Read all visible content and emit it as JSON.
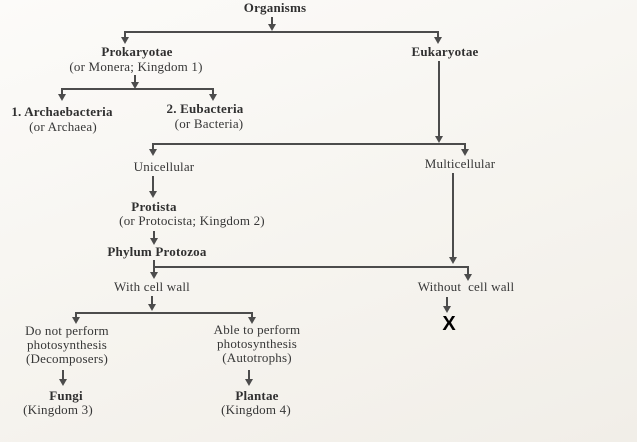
{
  "colors": {
    "background": "#f6f4ef",
    "ink": "#373737",
    "line": "#4c4c4c",
    "x_mark": "#000000"
  },
  "nodes": {
    "organisms": {
      "label": "Organisms"
    },
    "prokaryotae": {
      "label": "Prokaryotae",
      "sub": "(or Monera; Kingdom 1)"
    },
    "eukaryotae": {
      "label": "Eukaryotae"
    },
    "archaebacteria": {
      "label": "1. Archaebacteria",
      "sub": "(or Archaea)"
    },
    "eubacteria": {
      "label": "2. Eubacteria",
      "sub": "(or Bacteria)"
    },
    "unicellular": {
      "label": "Unicellular"
    },
    "multicellular": {
      "label": "Multicellular"
    },
    "protista": {
      "label": "Protista",
      "sub": "(or Protocista; Kingdom 2)"
    },
    "phylum_protozoa": {
      "label": "Phylum Protozoa"
    },
    "with_cell_wall": {
      "label": "With cell wall"
    },
    "without_cell_wall": {
      "label": "Without  cell wall"
    },
    "decomposers": {
      "text": "Do not perform\nphotosynthesis\n(Decomposers)"
    },
    "autotrophs": {
      "text": "Able to perform\nphotosynthesis\n(Autotrophs)"
    },
    "fungi": {
      "label": "Fungi",
      "sub": "(Kingdom 3)"
    },
    "plantae": {
      "label": "Plantae",
      "sub": "(Kingdom 4)"
    },
    "x_mark": {
      "label": "X"
    }
  }
}
